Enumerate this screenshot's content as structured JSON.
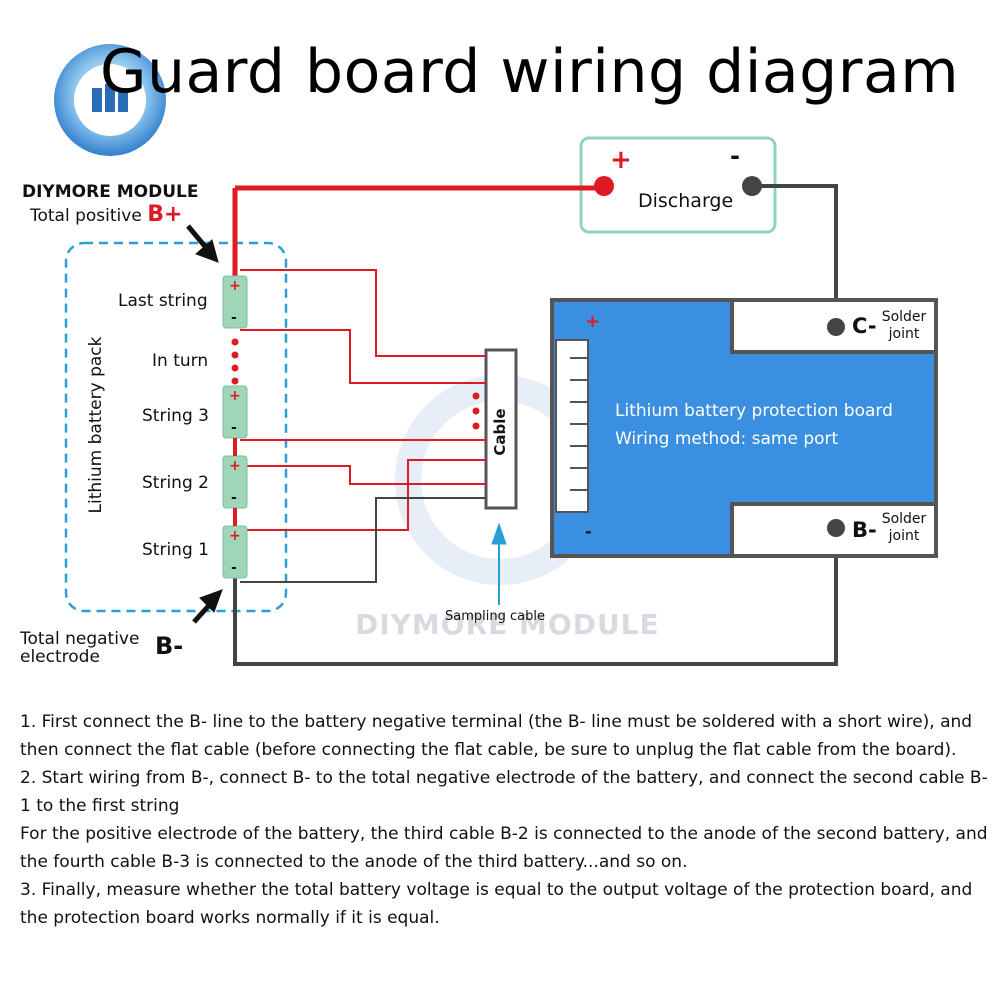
{
  "title": "Guard board wiring diagram",
  "brand": "DIYMORE MODULE",
  "labels": {
    "total_positive": "Total positive",
    "b_plus": "B+",
    "last_string": "Last string",
    "in_turn": "In turn",
    "string_3": "String 3",
    "string_2": "String 2",
    "string_1": "String 1",
    "pack": "Lithium battery pack",
    "total_negative": "Total negative electrode",
    "b_minus_symbol": "B-",
    "discharge": "Discharge",
    "plus": "+",
    "minus": "-",
    "board_line1": "Lithium battery protection board",
    "board_line2": "Wiring method: same port",
    "c_minus": "C-",
    "b_minus": "B-",
    "solder_joint": "Solder joint",
    "cable": "Cable",
    "sampling_cable": "Sampling cable",
    "watermark": "DIYMORE MODULE"
  },
  "colors": {
    "positive_wire": "#e01a22",
    "negative_wire": "#444444",
    "board": "#3a8fe0",
    "pack_border": "#2a9fd6",
    "discharge_border": "#8fd3c0",
    "cell": "#9fd6b8"
  },
  "instructions": [
    "1. First connect the B- line to the battery negative terminal (the B- line must be soldered with a short wire), and then connect the flat cable (before connecting the flat cable, be sure to unplug the flat cable from the board).",
    "2. Start wiring from B-, connect B- to the total negative electrode of the battery, and connect the second cable B-1 to the first string",
    "For the positive electrode of the battery, the third cable B-2 is connected to the anode of the second battery, and the fourth cable B-3 is connected to the anode of the third battery...and so on.",
    "3. Finally, measure whether the total battery voltage is equal to the output voltage of the protection board, and the protection board works normally if it is equal."
  ]
}
